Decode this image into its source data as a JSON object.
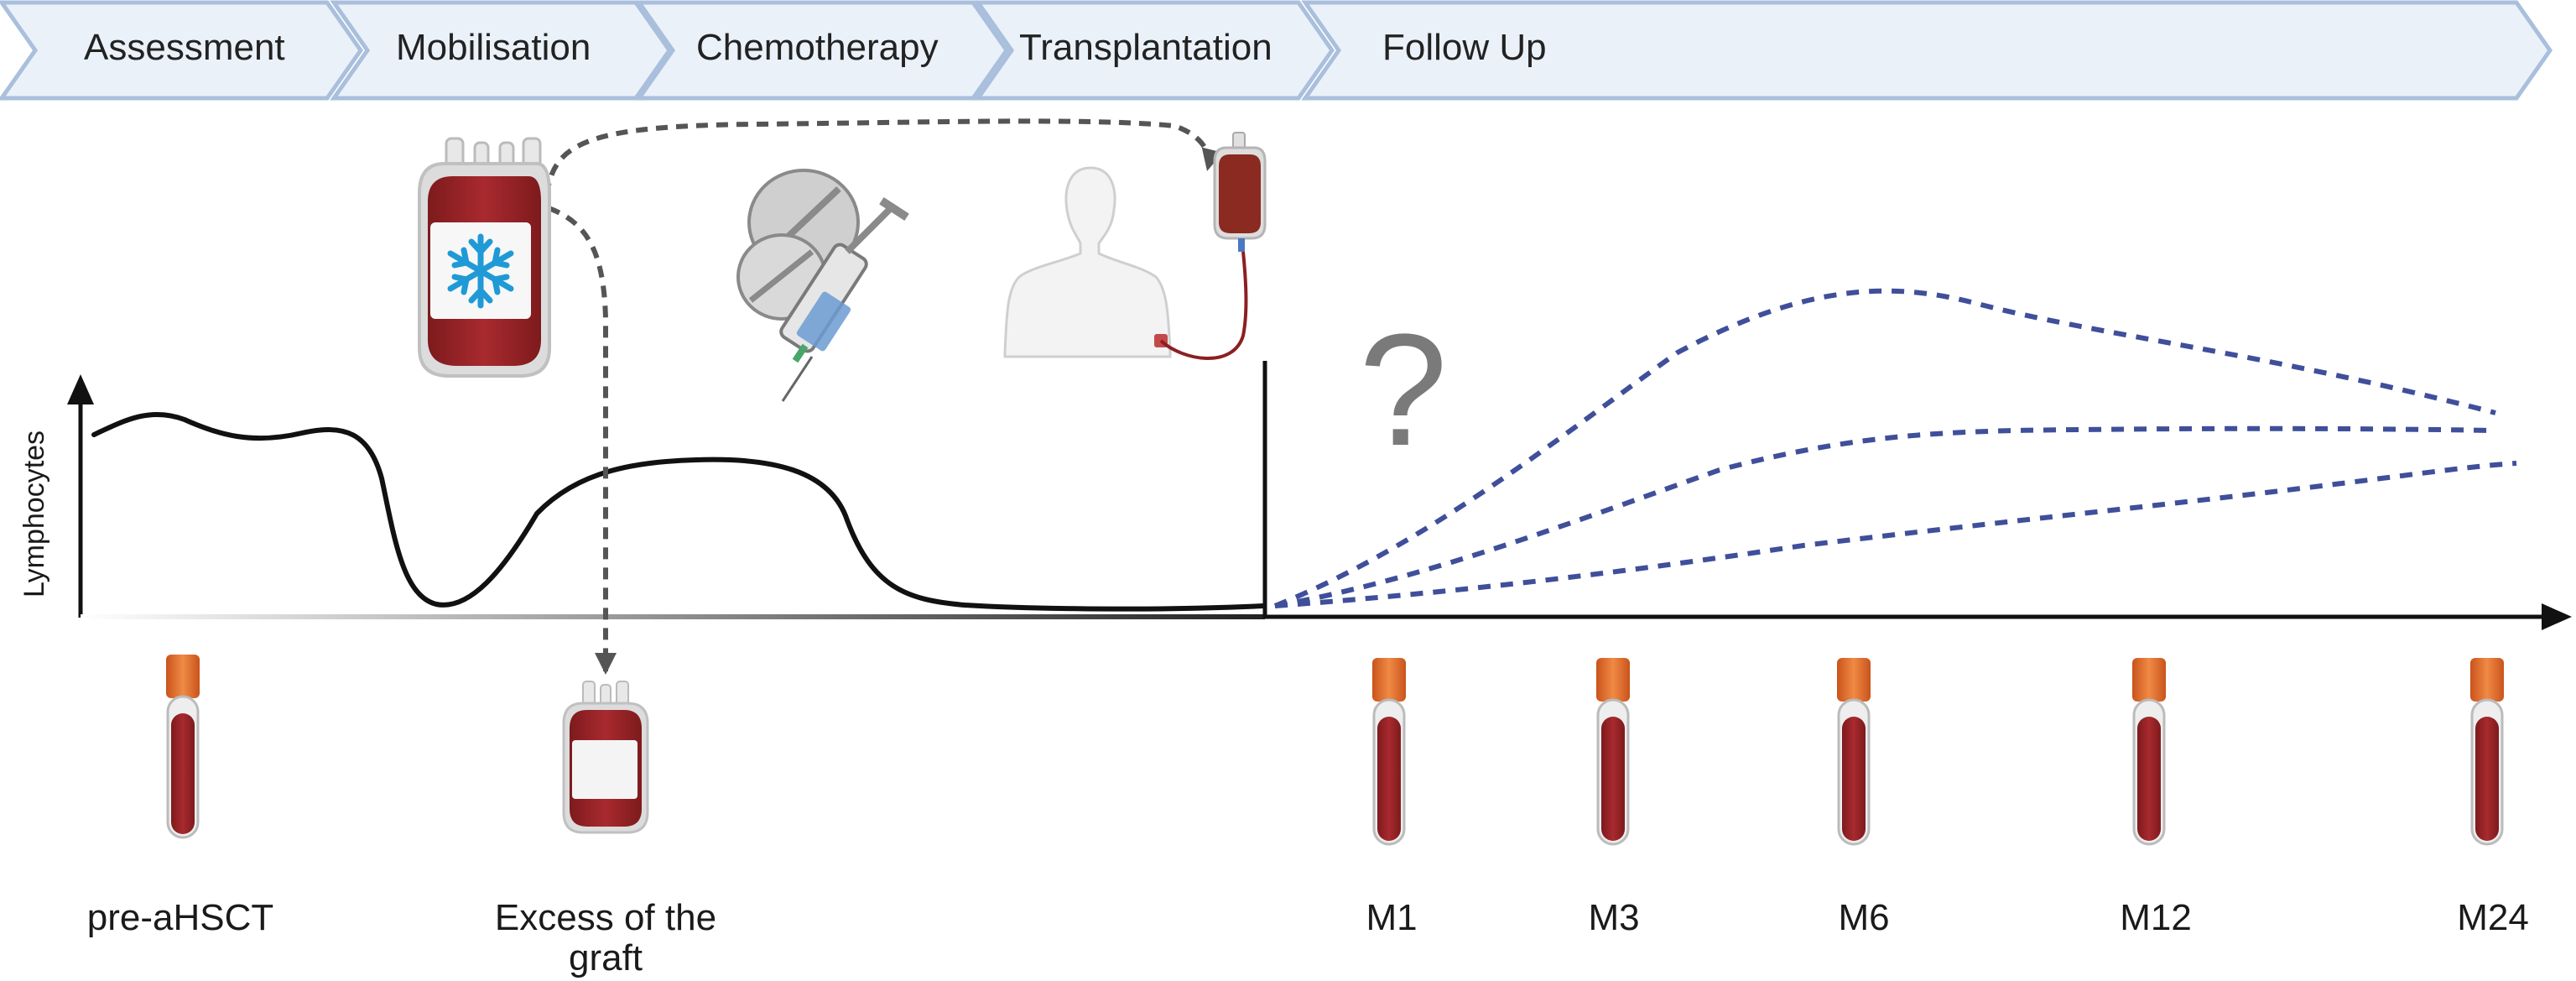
{
  "phases": [
    {
      "label": "Assessment"
    },
    {
      "label": "Mobilisation"
    },
    {
      "label": "Chemotherapy"
    },
    {
      "label": "Transplantation"
    },
    {
      "label": "Follow Up"
    }
  ],
  "y_axis_label": "Lymphocytes",
  "unknown_marker": "?",
  "samples": [
    {
      "label": "pre-aHSCT",
      "icon": "blood-tube-icon"
    },
    {
      "label_line1": "Excess of the",
      "label_line2": "graft",
      "icon": "graft-bag-icon"
    },
    {
      "label": "M1",
      "icon": "blood-tube-icon"
    },
    {
      "label": "M3",
      "icon": "blood-tube-icon"
    },
    {
      "label": "M6",
      "icon": "blood-tube-icon"
    },
    {
      "label": "M12",
      "icon": "blood-tube-icon"
    },
    {
      "label": "M24",
      "icon": "blood-tube-icon"
    }
  ],
  "colors": {
    "phase_fill": "#eaf1f9",
    "phase_border": "#a9bfdc",
    "curve": "#111111",
    "dashed_projection": "#3f4f9a",
    "blood": "#9b2226",
    "tube_cap": "#e0692a",
    "snowflake": "#1f9ad6"
  }
}
